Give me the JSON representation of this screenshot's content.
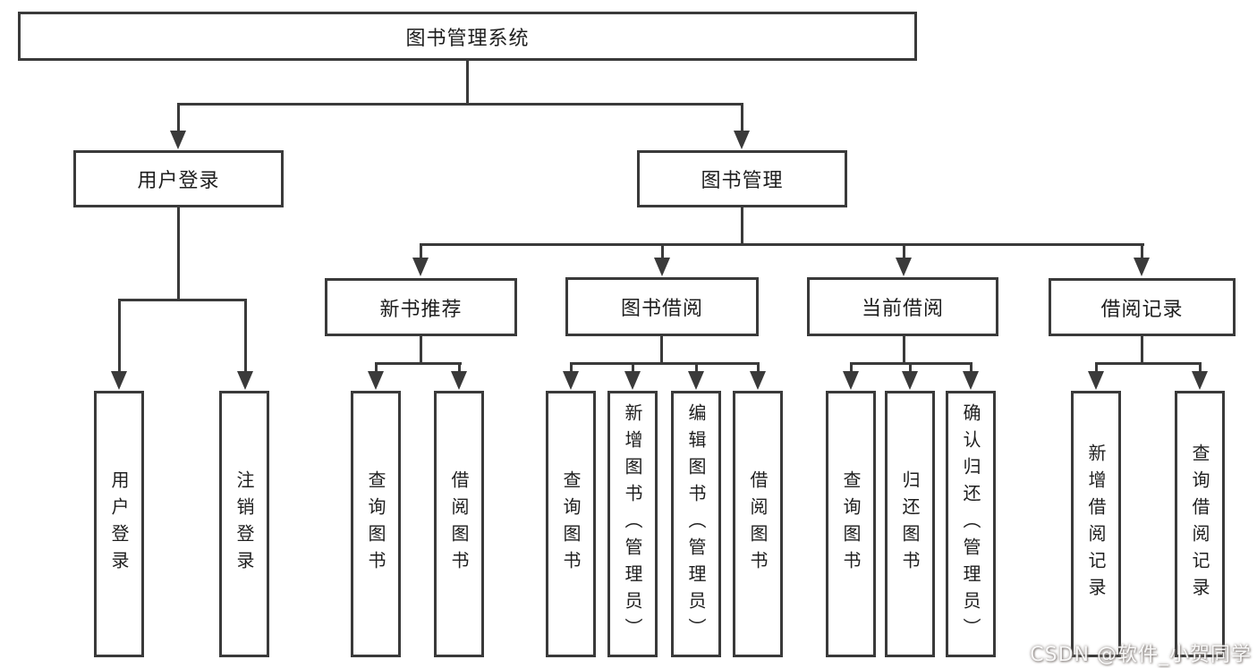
{
  "diagram": {
    "title": "图书管理系统",
    "user_branch": {
      "label": "用户登录",
      "children": [
        "用户登录",
        "注销登录"
      ]
    },
    "mgmt_branch": {
      "label": "图书管理",
      "groups": [
        {
          "label": "新书推荐",
          "children": [
            "查询图书",
            "借阅图书"
          ]
        },
        {
          "label": "图书借阅",
          "children": [
            "查询图书",
            "新增图书（管理员）",
            "编辑图书（管理员）",
            "借阅图书"
          ]
        },
        {
          "label": "当前借阅",
          "children": [
            "查询图书",
            "归还图书",
            "确认归还（管理员）"
          ]
        },
        {
          "label": "借阅记录",
          "children": [
            "新增借阅记录",
            "查询借阅记录"
          ]
        }
      ]
    }
  },
  "watermark": "CSDN @软件_小贺同学"
}
